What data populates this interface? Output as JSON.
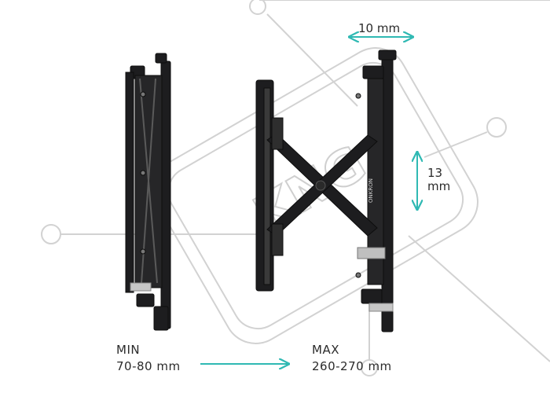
{
  "min_label": {
    "title": "MIN",
    "value": "70-80 mm"
  },
  "max_label": {
    "title": "MAX",
    "value": "260-270 mm"
  },
  "dim_top": "10 mm",
  "dim_side": {
    "line1": "13",
    "line2": "mm"
  },
  "brand_mark": "ONKRON",
  "watermark": "KNG",
  "colors": {
    "accent": "#2fb9b3",
    "bracket": "#1d1d1f",
    "watermark": "#cfcfcf"
  }
}
